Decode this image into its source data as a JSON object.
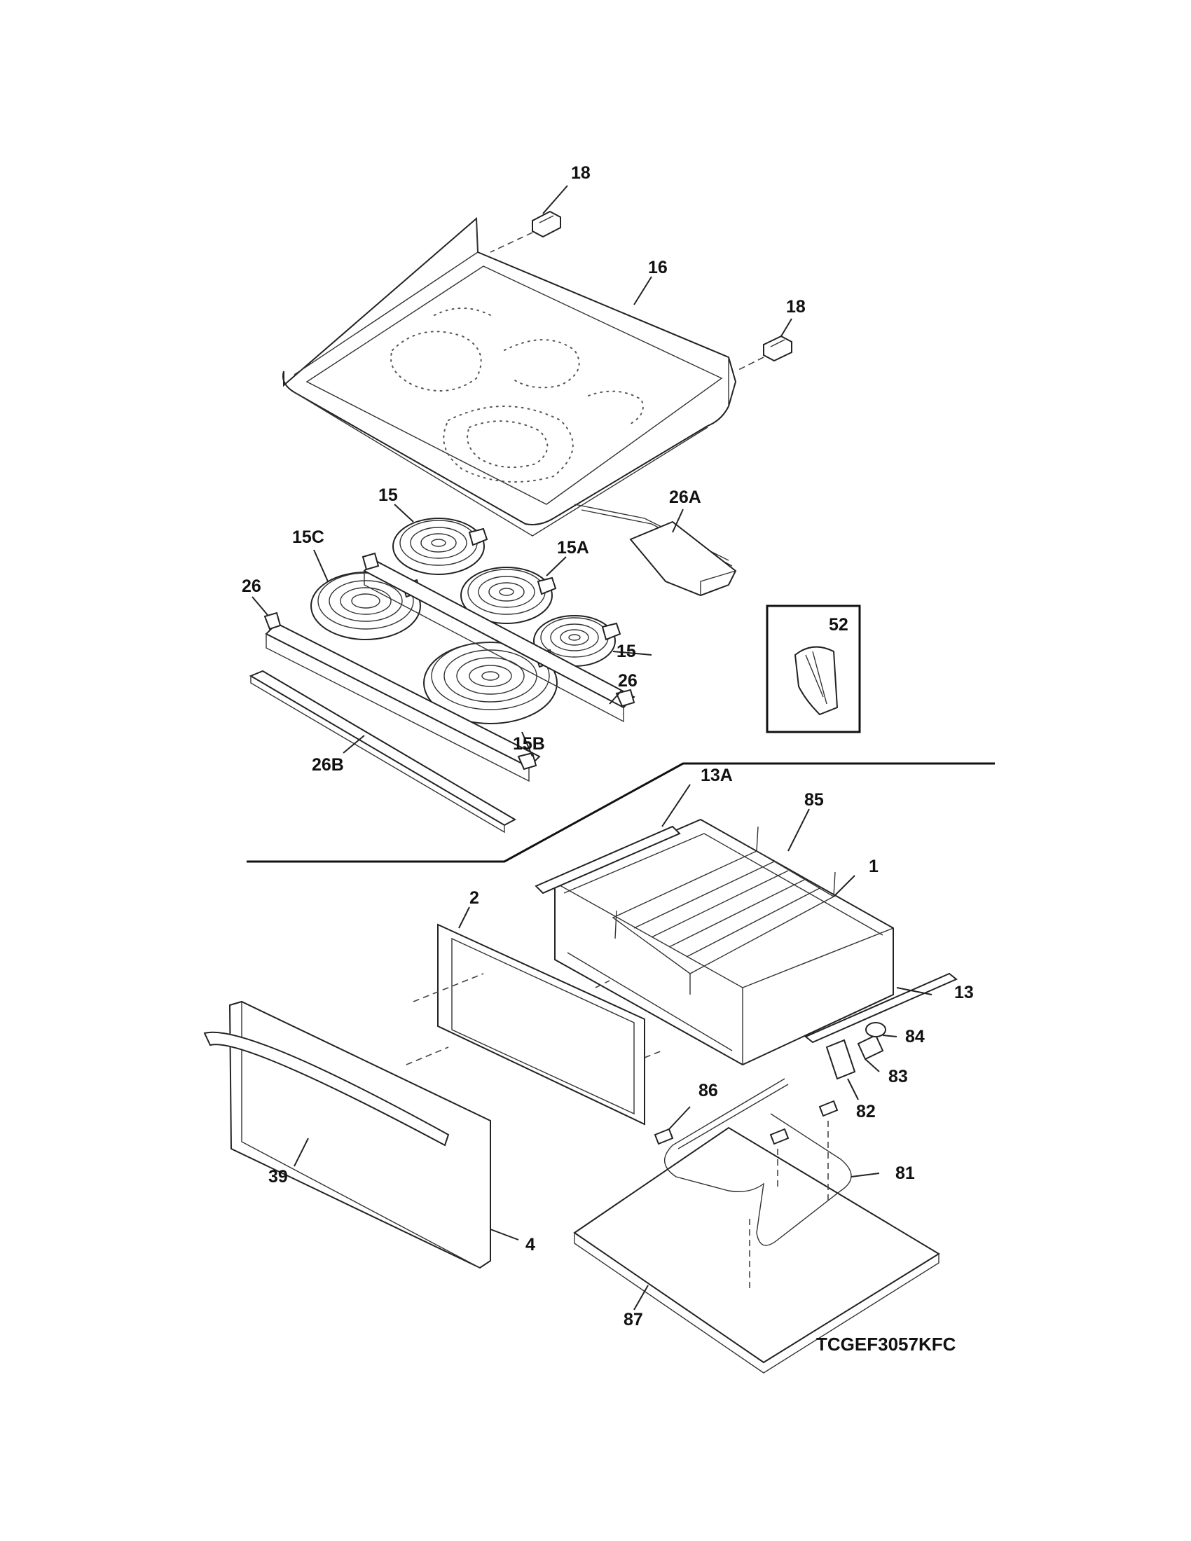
{
  "model_number": "TCGEF3057KFC",
  "callouts": [
    {
      "id": "c18a",
      "label": "18"
    },
    {
      "id": "c16",
      "label": "16"
    },
    {
      "id": "c18b",
      "label": "18"
    },
    {
      "id": "c15a_top",
      "label": "15"
    },
    {
      "id": "c15c",
      "label": "15C"
    },
    {
      "id": "c15a",
      "label": "15A"
    },
    {
      "id": "c26a",
      "label": "26A"
    },
    {
      "id": "c26_left",
      "label": "26"
    },
    {
      "id": "c15_right",
      "label": "15"
    },
    {
      "id": "c26_right",
      "label": "26"
    },
    {
      "id": "c15b",
      "label": "15B"
    },
    {
      "id": "c26b",
      "label": "26B"
    },
    {
      "id": "c52",
      "label": "52"
    },
    {
      "id": "c13a",
      "label": "13A"
    },
    {
      "id": "c85",
      "label": "85"
    },
    {
      "id": "c1",
      "label": "1"
    },
    {
      "id": "c2",
      "label": "2"
    },
    {
      "id": "c13",
      "label": "13"
    },
    {
      "id": "c84",
      "label": "84"
    },
    {
      "id": "c83",
      "label": "83"
    },
    {
      "id": "c82",
      "label": "82"
    },
    {
      "id": "c86",
      "label": "86"
    },
    {
      "id": "c81",
      "label": "81"
    },
    {
      "id": "c39",
      "label": "39"
    },
    {
      "id": "c4",
      "label": "4"
    },
    {
      "id": "c87",
      "label": "87"
    }
  ]
}
